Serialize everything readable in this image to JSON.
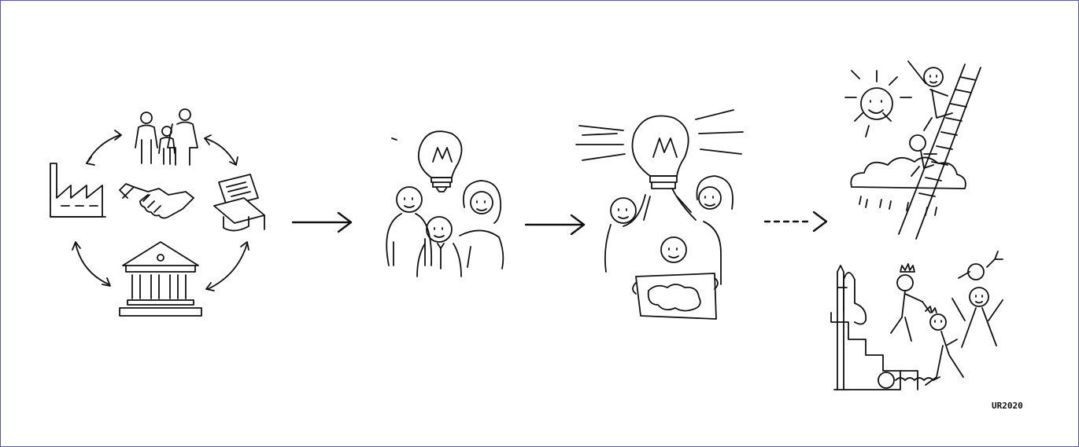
{
  "signature": "UR2020",
  "stages": [
    {
      "id": "ecosystem",
      "icons": [
        "family-icon",
        "factory-icon",
        "handshake-icon",
        "graduation-document-icon",
        "government-building-icon"
      ]
    },
    {
      "id": "idea",
      "icons": [
        "lightbulb-icon",
        "group-icon"
      ]
    },
    {
      "id": "collaboration",
      "icons": [
        "bright-lightbulb-icon",
        "group-holding-map-icon"
      ]
    },
    {
      "id": "outcomes",
      "icons": [
        "sun-icon",
        "ladder-climbers-icon",
        "staircase-king-icon",
        "freed-prisoner-icon"
      ]
    }
  ],
  "connectors": [
    "solid-arrow",
    "solid-arrow",
    "dashed-arrow"
  ]
}
